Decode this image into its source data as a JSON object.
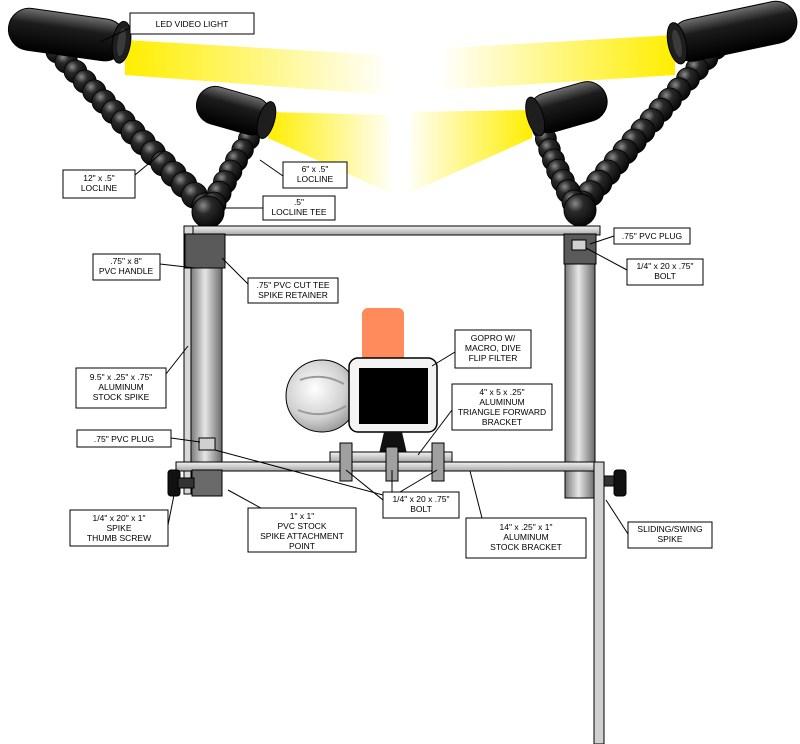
{
  "labels": {
    "led_light": [
      "LED VIDEO LIGHT"
    ],
    "locline_12": [
      "12\" x .5\"",
      "LOCLINE"
    ],
    "locline_6": [
      "6\" x .5\"",
      "LOCLINE"
    ],
    "locline_tee": [
      ".5\"",
      "LOCLINE TEE"
    ],
    "pvc_plug_right": [
      ".75\" PVC PLUG"
    ],
    "bolt_right": [
      "1/4\" x 20 x .75\"",
      "BOLT"
    ],
    "pvc_handle": [
      ".75\" x 8\"",
      "PVC HANDLE"
    ],
    "cut_tee": [
      ".75\" PVC CUT TEE",
      "SPIKE RETAINER"
    ],
    "gopro": [
      "GOPRO W/",
      "MACRO, DIVE",
      "FLIP FILTER"
    ],
    "stock_spike": [
      "9.5\" x .25\" x .75\"",
      "ALUMINUM",
      "STOCK SPIKE"
    ],
    "triangle_bracket": [
      "4\" x 5 x .25\"",
      "ALUMINUM",
      "TRIANGLE FORWARD",
      "BRACKET"
    ],
    "pvc_plug_left": [
      ".75\" PVC PLUG"
    ],
    "bolt_center": [
      "1/4\" x 20 x .75\"",
      "BOLT"
    ],
    "thumb_screw": [
      "1/4\" x 20\" x 1\"",
      "SPIKE",
      "THUMB SCREW"
    ],
    "pvc_stock": [
      "1\" x 1\"",
      "PVC STOCK",
      "SPIKE ATTACHMENT",
      "POINT"
    ],
    "stock_bracket": [
      "14\" x .25\" x 1\"",
      "ALUMINUM",
      "STOCK BRACKET"
    ],
    "sliding_spike": [
      "SLIDING/SWING",
      "SPIKE"
    ]
  },
  "colors": {
    "light_beam": "#ffee00",
    "filter": "#ff8a5c",
    "aluminum": "#b5b5b5",
    "locline": "#1a1a1a"
  }
}
